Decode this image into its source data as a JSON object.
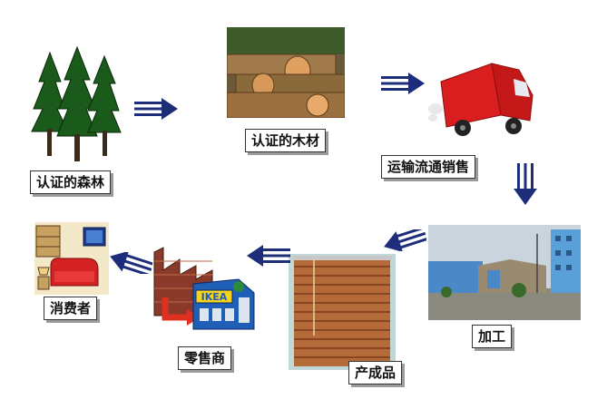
{
  "stages": {
    "forest": {
      "label": "认证的森林"
    },
    "timber": {
      "label": "认证的木材"
    },
    "transport": {
      "label": "运输流通销售"
    },
    "processing": {
      "label": "加工"
    },
    "product": {
      "label": "产成品"
    },
    "retailer": {
      "label": "零售商"
    },
    "consumer": {
      "label": "消费者"
    }
  },
  "icons": {
    "forest": "forest-trees-icon",
    "timber": "log-pile-photo",
    "transport": "red-truck-icon",
    "processing": "factory-building-photo",
    "product": "wooden-blind-photo",
    "retailer": "ikea-store-factory-icon",
    "consumer": "living-room-icon"
  },
  "retail_sign": "IKEA",
  "colors": {
    "arrow": "#1e2d7a",
    "truck": "#d81e1e",
    "store_blue": "#1f5fb5"
  }
}
